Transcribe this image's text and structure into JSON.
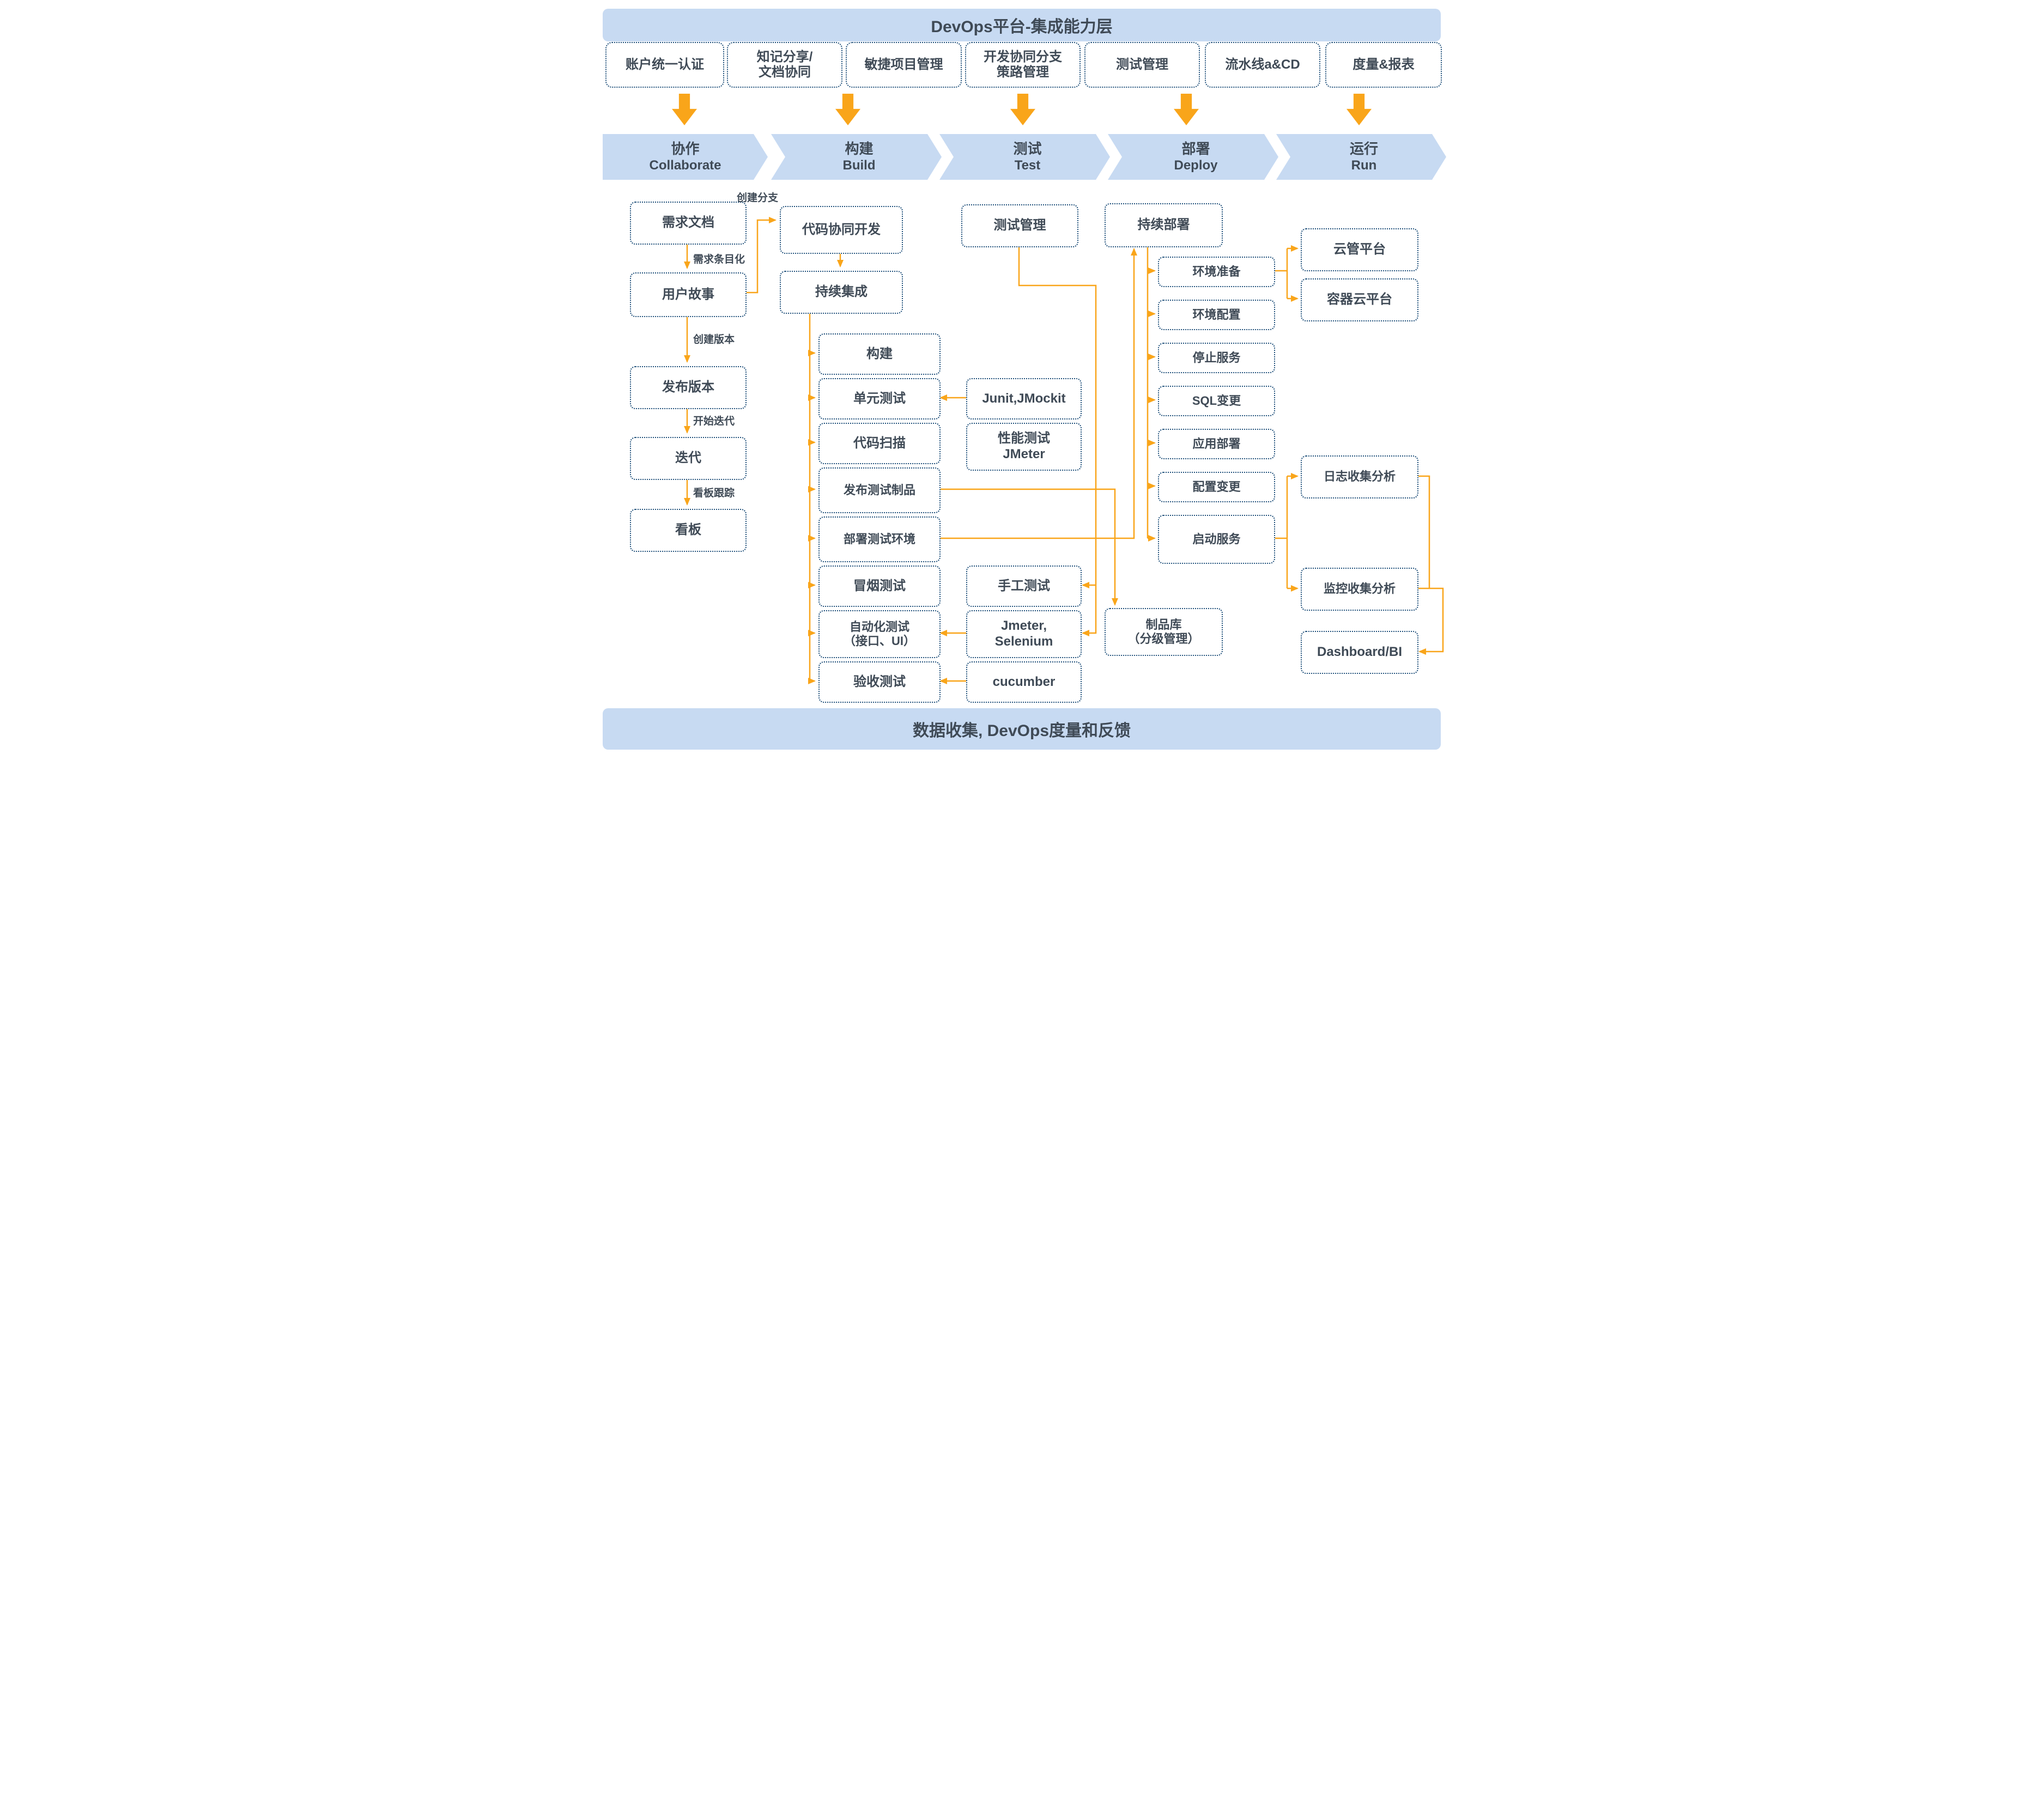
{
  "header": {
    "title": "DevOps平台-集成能力层"
  },
  "capabilities": [
    {
      "id": "auth",
      "label": "账户统一认证"
    },
    {
      "id": "knowledge",
      "label": "知记分享/\n文档协同"
    },
    {
      "id": "agile",
      "label": "敏捷项目管理"
    },
    {
      "id": "branch_policy",
      "label": "开发协同分支\n策路管理"
    },
    {
      "id": "test_mgmt",
      "label": "测试管理"
    },
    {
      "id": "pipeline",
      "label": "流水线a&CD"
    },
    {
      "id": "metrics",
      "label": "度量&报表"
    }
  ],
  "stages": [
    {
      "zh": "协作",
      "en": "Collaborate"
    },
    {
      "zh": "构建",
      "en": "Build"
    },
    {
      "zh": "测试",
      "en": "Test"
    },
    {
      "zh": "部署",
      "en": "Deploy"
    },
    {
      "zh": "运行",
      "en": "Run"
    }
  ],
  "nodes": {
    "req_doc": "需求文档",
    "user_story": "用户故事",
    "release_version": "发布版本",
    "iteration": "迭代",
    "kanban": "看板",
    "code_dev": "代码协同开发",
    "ci": "持续集成",
    "build": "构建",
    "unit_test": "单元测试",
    "code_scan": "代码扫描",
    "release_artifact": "发布测试制品",
    "deploy_test_env": "部署测试环境",
    "smoke_test": "冒烟测试",
    "auto_test": "自动化测试\n（接口、UI）",
    "acceptance_test": "验收测试",
    "junit": "Junit,JMockit",
    "perf_test": "性能测试\nJMeter",
    "manual_test": "手工测试",
    "jmeter_selenium": "Jmeter,\nSelenium",
    "cucumber": "cucumber",
    "test_mgmt": "测试管理",
    "cd": "持续部署",
    "env_prep": "环境准备",
    "env_config": "环境配置",
    "stop_svc": "停止服务",
    "sql_change": "SQL变更",
    "app_deploy": "应用部署",
    "config_change": "配置变更",
    "start_svc": "启动服务",
    "artifact_repo": "制品库\n（分级管理）",
    "cloud_mgmt": "云管平台",
    "container_cloud": "容器云平台",
    "log_analysis": "日志收集分析",
    "monitor_analysis": "监控收集分析",
    "dashboard_bi": "Dashboard/BI"
  },
  "edge_labels": {
    "create_branch": "创建分支",
    "itemize": "需求条目化",
    "create_version": "创建版本",
    "start_iteration": "开始迭代",
    "kanban_track": "看板跟踪"
  },
  "footer": {
    "title": "数据收集, DevOps度量和反馈"
  },
  "colors": {
    "accent_orange": "#F9A51A",
    "panel_blue": "#C7DAF2",
    "border_navy": "#1D4E79",
    "text_dark": "#3F4A56"
  }
}
